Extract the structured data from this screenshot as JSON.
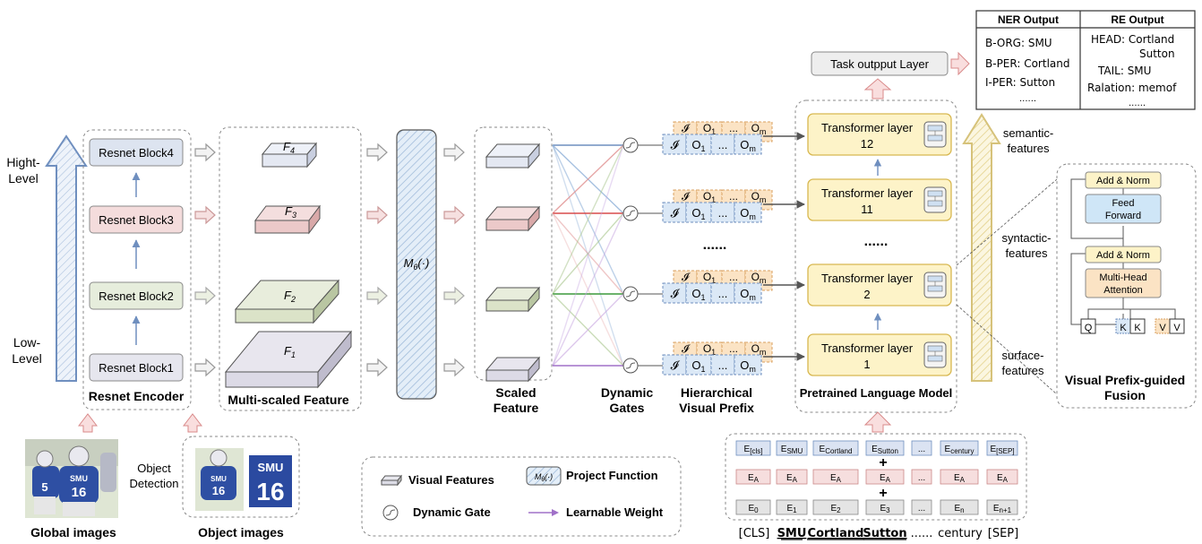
{
  "levels": {
    "high": "Hight-\nLevel",
    "high_l1": "Hight-",
    "high_l2": "Level",
    "low_l1": "Low-",
    "low_l2": "Level"
  },
  "resnet": {
    "title": "Resnet Encoder",
    "blocks": [
      "Resnet  Block4",
      "Resnet  Block3",
      "Resnet  Block2",
      "Resnet  Block1"
    ],
    "colors": [
      "#dde4f0",
      "#f4dcdc",
      "#e6eddc",
      "#e6e6ee"
    ]
  },
  "multiscale": {
    "title": "Multi-scaled Feature",
    "labels": [
      "F",
      "F",
      "F",
      "F"
    ],
    "subs": [
      "4",
      "3",
      "2",
      "1"
    ]
  },
  "projection": {
    "label": "M",
    "sub": "θ",
    "suffix": "(·)"
  },
  "scaled": {
    "title_l1": "Scaled",
    "title_l2": "Feature"
  },
  "gates": {
    "title_l1": "Dynamic",
    "title_l2": "Gates"
  },
  "prefix": {
    "title_l1": "Hierarchical",
    "title_l2": "Visual Prefix",
    "cells": [
      "𝓘",
      "O",
      "...",
      "O"
    ],
    "subs": [
      "",
      "1",
      "",
      "m"
    ],
    "dots": "......"
  },
  "plm": {
    "title": "Pretrained Language Model",
    "layer_label": "Transformer layer",
    "layers": [
      "12",
      "11",
      "2",
      "1"
    ],
    "dots": "......"
  },
  "task": {
    "label": "Task outpput Layer"
  },
  "ner": {
    "header": "NER Output",
    "rows": [
      "B-ORG: SMU",
      "B-PER: Cortland",
      "I-PER: Sutton",
      "......"
    ]
  },
  "re": {
    "header": "RE Output",
    "rows": [
      "HEAD: Cortland",
      "Sutton",
      "TAIL: SMU",
      "Ralation: memof",
      "......"
    ]
  },
  "feature_levels": {
    "semantic": [
      "semantic-",
      "features"
    ],
    "syntactic": [
      "syntactic-",
      "features"
    ],
    "surface": [
      "surface-",
      "features"
    ]
  },
  "fusion": {
    "title_l1": "Visual Prefix-guided",
    "title_l2": "Fusion",
    "add_norm": "Add & Norm",
    "ffn_l1": "Feed",
    "ffn_l2": "Forward",
    "mha_l1": "Multi-Head",
    "mha_l2": "Attention",
    "inputs": [
      "Q",
      "K",
      "K",
      "V",
      "V"
    ]
  },
  "images": {
    "global": "Global images",
    "object": "Object images",
    "detect_l1": "Object",
    "detect_l2": "Detection",
    "jersey": "SMU",
    "number": "16"
  },
  "legend": {
    "visual": "Visual Features",
    "project": "Project Function",
    "gate": "Dynamic Gate",
    "weight": "Learnable Weight"
  },
  "embeddings": {
    "token_row": [
      [
        "E",
        "[cls]"
      ],
      [
        "E",
        "SMU"
      ],
      [
        "E",
        "Cortland"
      ],
      [
        "E",
        "Sutton"
      ],
      [
        "...",
        ""
      ],
      [
        "E",
        "century"
      ],
      [
        "E",
        "[SEP]"
      ]
    ],
    "seg_row": [
      [
        "E",
        "A"
      ],
      [
        "E",
        "A"
      ],
      [
        "E",
        "A"
      ],
      [
        "E",
        "A"
      ],
      [
        "...",
        ""
      ],
      [
        "E",
        "A"
      ],
      [
        "E",
        "A"
      ]
    ],
    "pos_row": [
      [
        "E",
        "0"
      ],
      [
        "E",
        "1"
      ],
      [
        "E",
        "2"
      ],
      [
        "E",
        "3"
      ],
      [
        "...",
        ""
      ],
      [
        "E",
        "n"
      ],
      [
        "E",
        "n+1"
      ]
    ],
    "plus": "+",
    "tokens": [
      "[CLS]",
      "SMU",
      "Cortland",
      "Sutton",
      "......",
      "century",
      "[SEP]"
    ]
  },
  "colors": {
    "blue_arrow": "#6f8fbf",
    "gold_arrow": "#d6c27a",
    "layer_fill": "#fdf3c8",
    "layer_stroke": "#d8b850",
    "prefix_blue": "#dbe8f6",
    "prefix_orange": "#fbe3c4",
    "pink_arrow": "#e9a3a3",
    "purple_weight": "#a070c8"
  }
}
